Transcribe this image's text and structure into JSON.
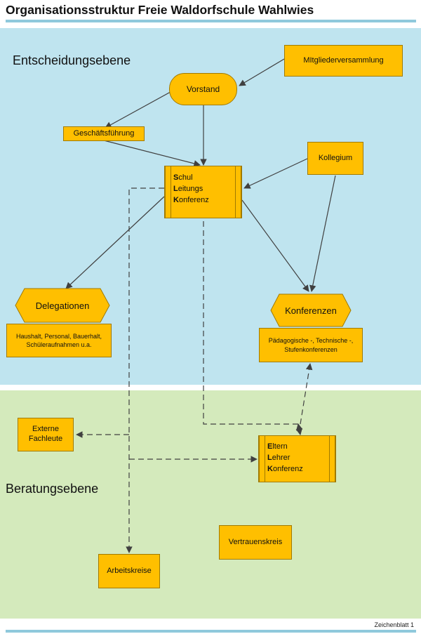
{
  "title": "Organisationsstruktur Freie Waldorfschule Wahlwies",
  "zones": {
    "top": "Entscheidungsebene",
    "bottom": "Beratungsebene"
  },
  "sheet_label": "Zeichenblatt 1",
  "nodes": {
    "mitglieder": "MItgliederversammlung",
    "vorstand": "Vorstand",
    "geschaeftsfuehrung": "Geschäftsführung",
    "kollegium": "Kollegium",
    "slk": {
      "lines": [
        {
          "initial": "S",
          "rest": "chul"
        },
        {
          "initial": "L",
          "rest": "eitungs"
        },
        {
          "initial": "K",
          "rest": "onferenz"
        }
      ]
    },
    "delegationen": {
      "label": "Delegationen",
      "detail_line1": "Haushalt, Personal, Bauerhalt,",
      "detail_line2": "Schüleraufnahmen u.a."
    },
    "konferenzen": {
      "label": "Konferenzen",
      "detail_line1": "Pädagogische -, Technische -,",
      "detail_line2": "Stufenkonferenzen"
    },
    "elk": {
      "lines": [
        {
          "initial": "E",
          "rest": "ltern"
        },
        {
          "initial": "L",
          "rest": "ehrer"
        },
        {
          "initial": "K",
          "rest": "onferenz"
        }
      ]
    },
    "externe": {
      "line1": "Externe",
      "line2": "Fachleute"
    },
    "vertrauenskreis": "Vertrauenskreis",
    "arbeitskreise": "Arbeitskreise"
  },
  "colors": {
    "node_fill": "#ffbf00",
    "zone_top": "#bfe4ef",
    "zone_bottom": "#d4eabc",
    "edge": "#404040"
  }
}
